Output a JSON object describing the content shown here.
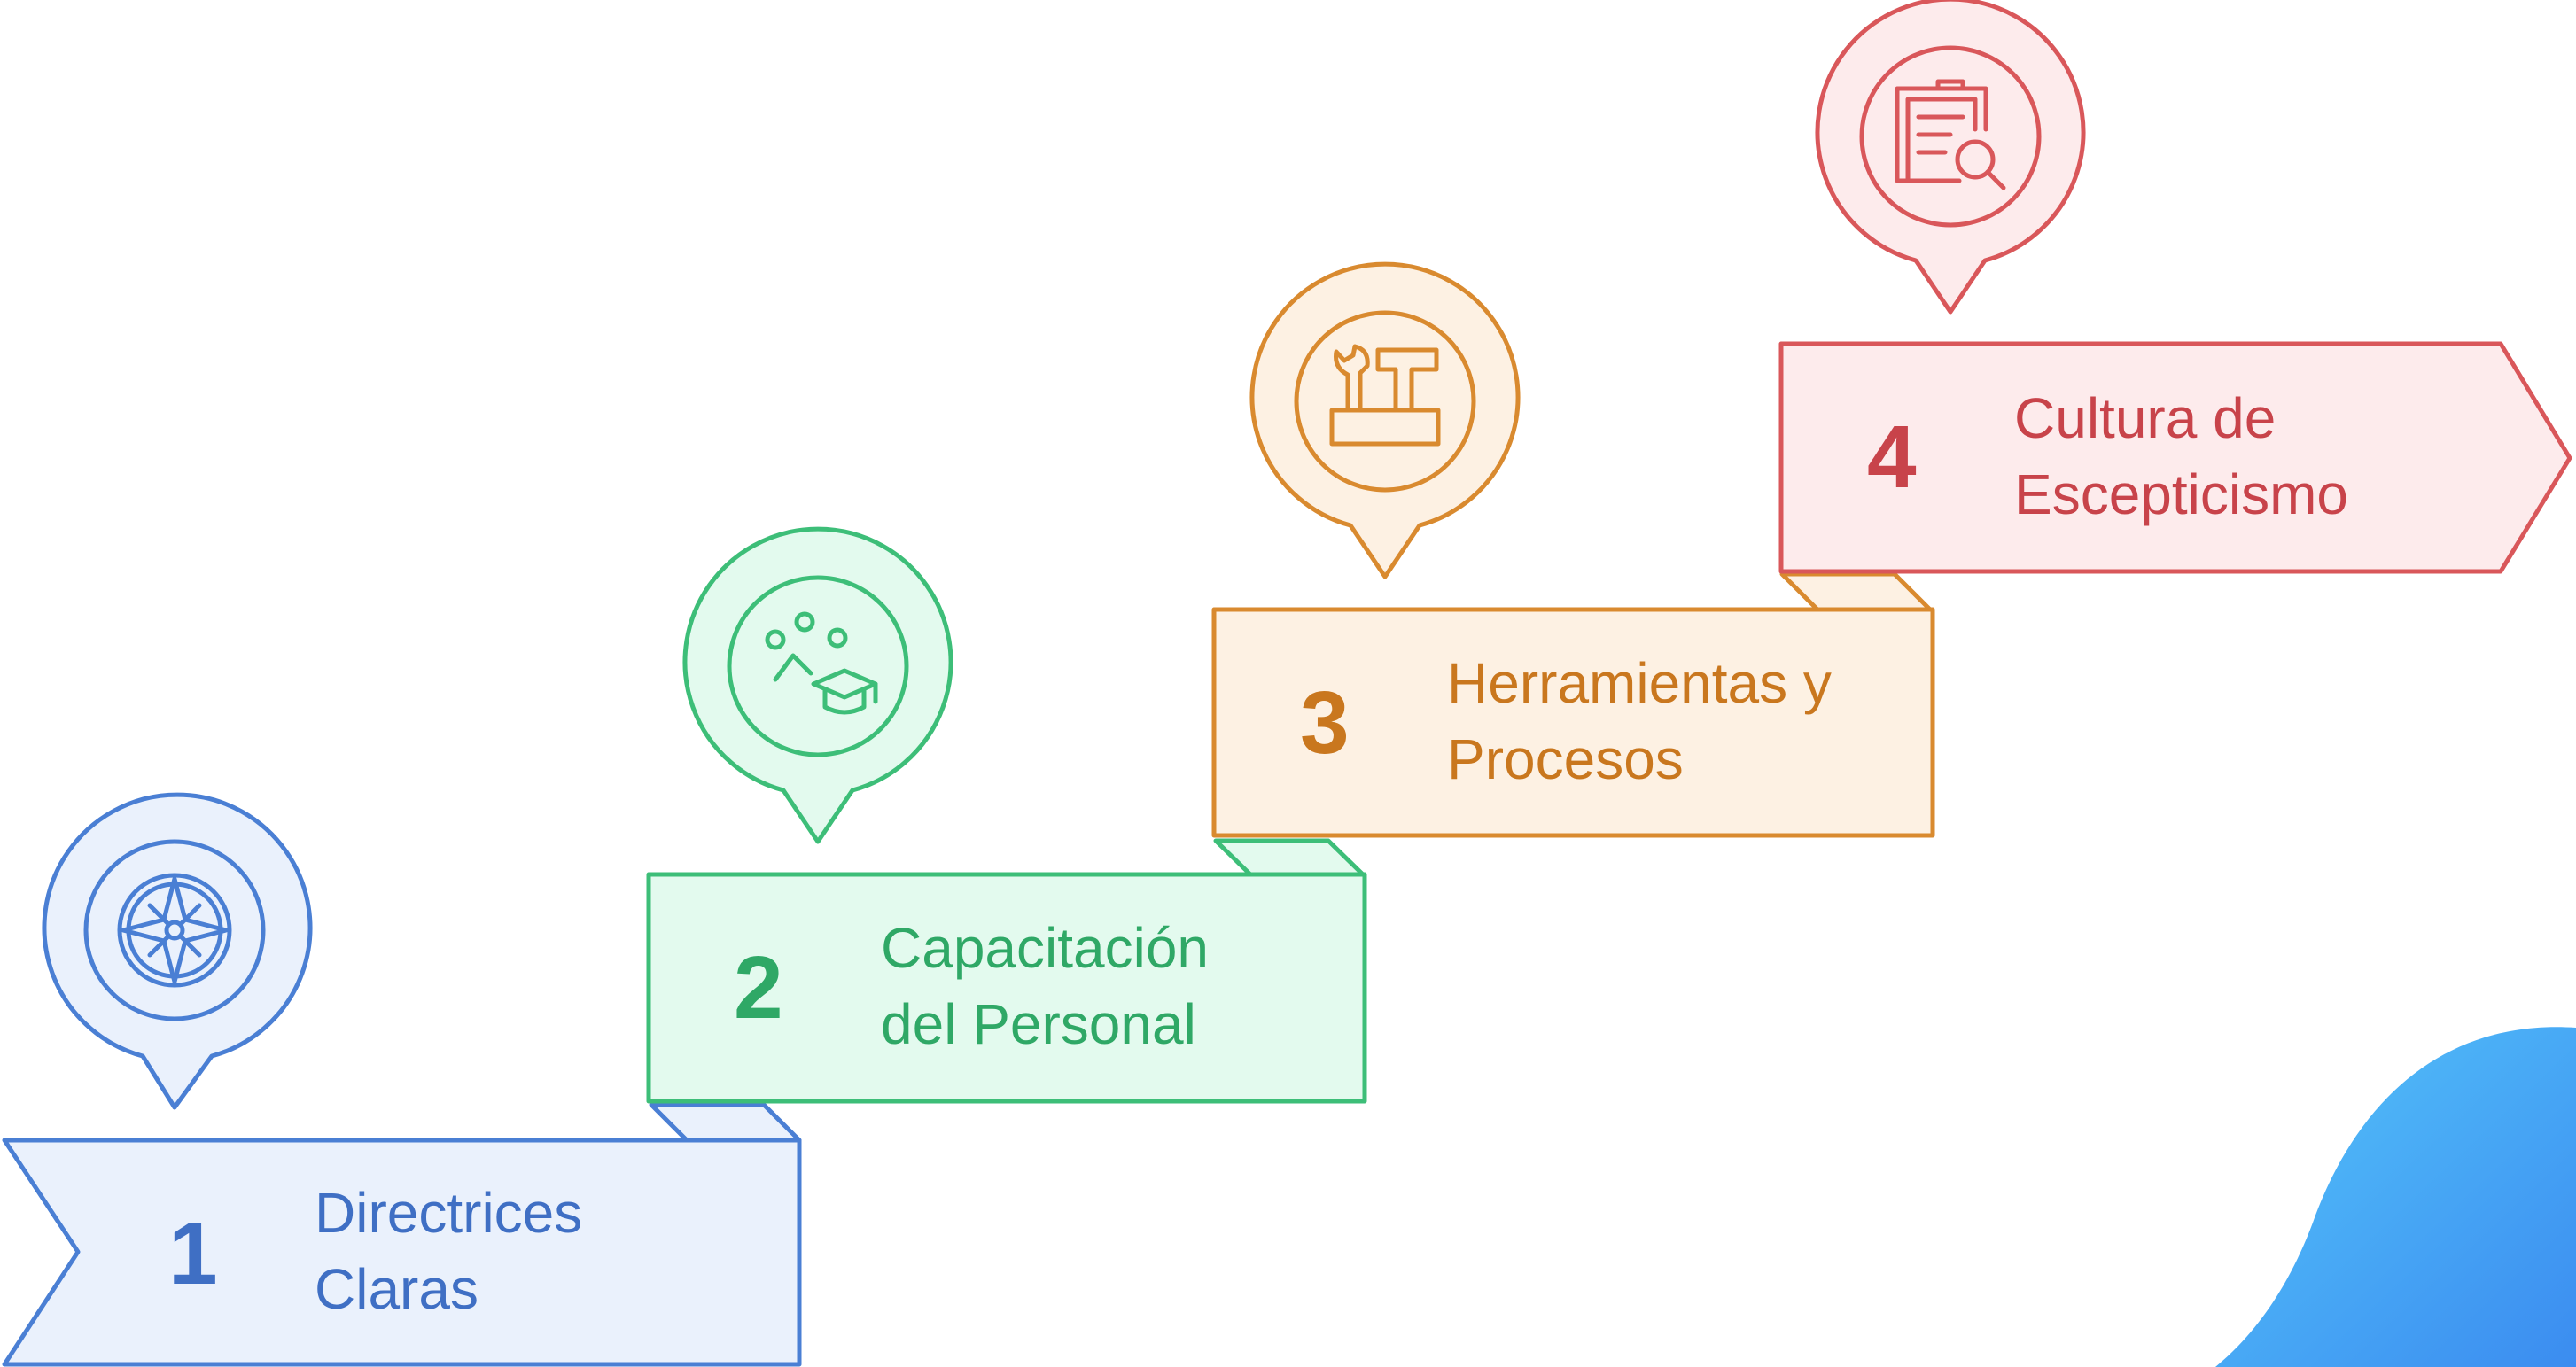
{
  "steps": [
    {
      "number": "1",
      "line1": "Directrices",
      "line2": "Claras",
      "icon": "compass-icon",
      "stroke": "#4A7FD4",
      "fill": "#EAF1FC",
      "text": "#3F6FC4"
    },
    {
      "number": "2",
      "line1": "Capacitación",
      "line2": "del Personal",
      "icon": "graduation-cap-icon",
      "stroke": "#3DBE78",
      "fill": "#E3FAEE",
      "text": "#2FA866"
    },
    {
      "number": "3",
      "line1": "Herramientas y",
      "line2": "Procesos",
      "icon": "tools-icon",
      "stroke": "#D98A2F",
      "fill": "#FDF1E3",
      "text": "#C9771E"
    },
    {
      "number": "4",
      "line1": "Cultura de",
      "line2": "Escepticismo",
      "icon": "clipboard-search-icon",
      "stroke": "#D9575A",
      "fill": "#FDEBEC",
      "text": "#C8434A"
    }
  ],
  "decoration_color": "#4FB8F7"
}
